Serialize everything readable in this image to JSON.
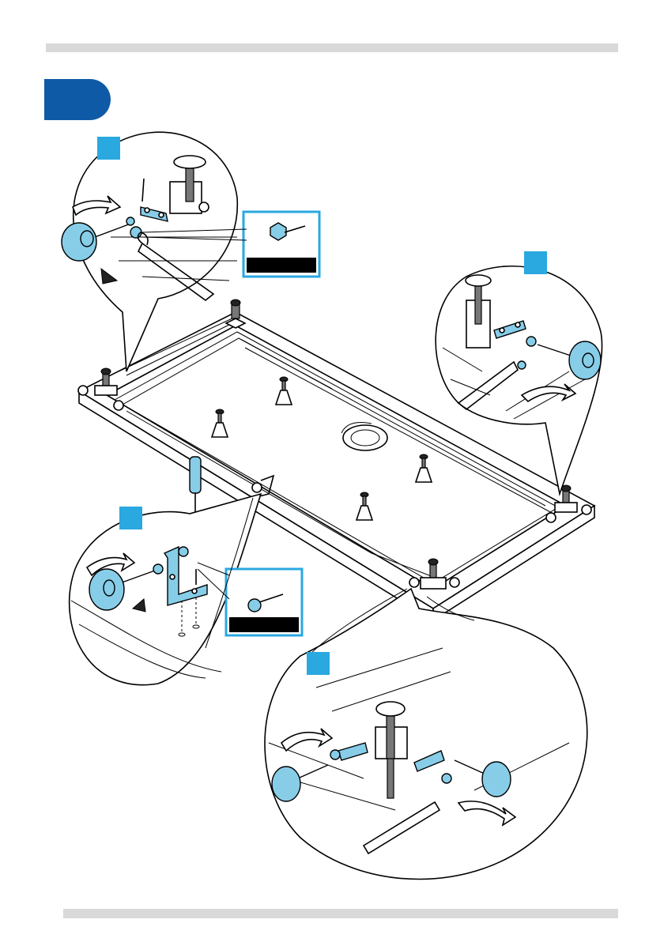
{
  "page": {
    "step_number": "",
    "colors": {
      "accent_blue": "#0f5aa6",
      "part_blue": "#87cde8",
      "square_blue": "#2aa8e0",
      "bar_gray": "#d9d9d9"
    }
  },
  "callouts": [
    {
      "id": "top-left",
      "label": ""
    },
    {
      "id": "bottom-left",
      "label": ""
    }
  ],
  "detail_markers": [
    {
      "id": "a"
    },
    {
      "id": "b"
    },
    {
      "id": "c"
    },
    {
      "id": "d"
    }
  ],
  "icons": [
    "screwdriver-icon",
    "wrench-icon",
    "leveling-foot-icon",
    "bolt-icon",
    "bracket-icon",
    "rotate-arrow-icon"
  ]
}
